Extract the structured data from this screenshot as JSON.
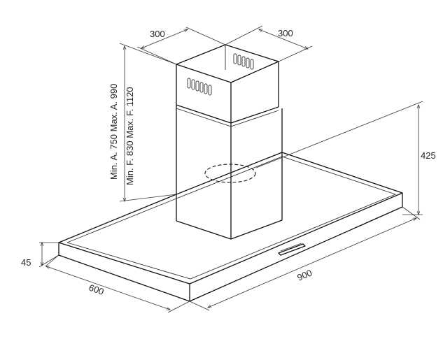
{
  "dimensions": {
    "chimney_width": "300",
    "chimney_depth": "300",
    "height_a": "Min. A. 750  Max. A. 990",
    "height_f": "Min. F. 830  Max. F. 1120",
    "hood_height": "425",
    "canopy_thickness": "45",
    "hood_depth": "600",
    "hood_width": "900"
  },
  "colors": {
    "line": "#111111",
    "background": "#ffffff"
  }
}
